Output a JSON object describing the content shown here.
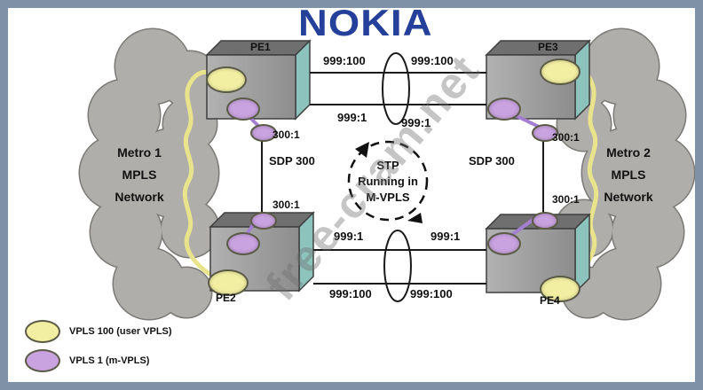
{
  "brand": {
    "logo": "NOKIA",
    "color": "#24409a"
  },
  "clouds": {
    "left": {
      "line1": "Metro 1",
      "line2": "MPLS",
      "line3": "Network"
    },
    "right": {
      "line1": "Metro 2",
      "line2": "MPLS",
      "line3": "Network"
    }
  },
  "nodes": {
    "pe1": {
      "label": "PE1"
    },
    "pe2": {
      "label": "PE2"
    },
    "pe3": {
      "label": "PE3"
    },
    "pe4": {
      "label": "PE4"
    }
  },
  "links": {
    "top_user_left": "999:100",
    "top_user_right": "999:100",
    "top_mvpls_left": "999:1",
    "top_mvpls_right": "999:1",
    "bottom_mvpls_left": "999:1",
    "bottom_mvpls_right": "999:1",
    "bottom_user_left": "999:100",
    "bottom_user_right": "999:100",
    "sdp_left": "SDP 300",
    "sdp_right": "SDP 300",
    "sdp_left_top_binding": "300:1",
    "sdp_left_bottom_binding": "300:1",
    "sdp_right_top_binding": "300:1",
    "sdp_right_bottom_binding": "300:1"
  },
  "center_note": {
    "line1": "STP",
    "line2": "Running in",
    "line3": "M-VPLS"
  },
  "legend": {
    "items": [
      {
        "label": "VPLS 100 (user VPLS)",
        "color": "#f2efa2"
      },
      {
        "label": "VPLS 1 (m-VPLS)",
        "color": "#c9a3e0"
      }
    ]
  },
  "watermark": "free-cram.net",
  "colors": {
    "user_vpls": "#f2efa2",
    "m_vpls": "#c9a3e0",
    "frame": "#7e91a6",
    "cloud": "#b0aeab",
    "router_side": "#8cc3bc"
  }
}
